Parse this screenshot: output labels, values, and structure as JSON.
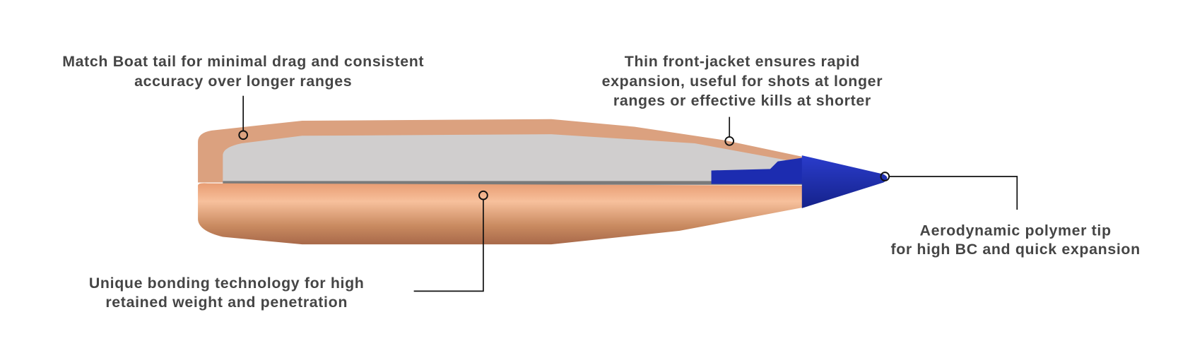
{
  "callouts": {
    "boat_tail": {
      "lines": [
        "Match Boat tail for minimal drag and consistent",
        "accuracy over longer ranges"
      ]
    },
    "front_jacket": {
      "lines": [
        "Thin front-jacket ensures rapid",
        "expansion, useful for shots at longer",
        "ranges or effective kills at shorter"
      ]
    },
    "bonding": {
      "lines": [
        "Unique bonding technology for high",
        "retained weight and penetration"
      ]
    },
    "polymer_tip": {
      "lines": [
        "Aerodynamic polymer tip",
        "for high BC and quick expansion"
      ]
    }
  },
  "colors": {
    "copper_cut": "#d9a07e",
    "copper_body": "#e7a47a",
    "lead_core": "#cfcdcd",
    "polymer_tip": "#1f2fb0",
    "text": "#454545"
  }
}
